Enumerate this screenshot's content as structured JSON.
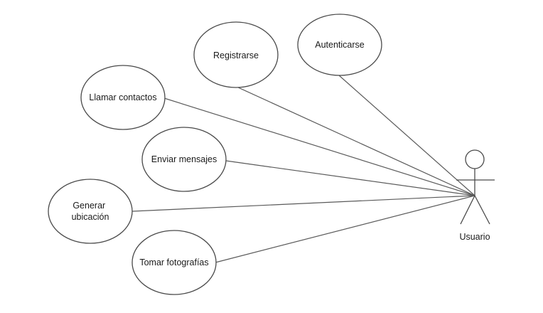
{
  "diagram": {
    "type": "use-case",
    "actor": {
      "name": "Usuario"
    },
    "use_cases": [
      {
        "id": "registrarse",
        "lines": [
          "Registrarse"
        ]
      },
      {
        "id": "autenticarse",
        "lines": [
          "Autenticarse"
        ]
      },
      {
        "id": "llamar-contactos",
        "lines": [
          "Llamar contactos"
        ]
      },
      {
        "id": "enviar-mensajes",
        "lines": [
          "Enviar mensajes"
        ]
      },
      {
        "id": "generar-ubicacion",
        "lines": [
          "Generar",
          "ubicación"
        ]
      },
      {
        "id": "tomar-fotografias",
        "lines": [
          "Tomar fotografías"
        ]
      }
    ],
    "associations": [
      {
        "from": "actor",
        "to": "registrarse"
      },
      {
        "from": "actor",
        "to": "autenticarse"
      },
      {
        "from": "actor",
        "to": "llamar-contactos"
      },
      {
        "from": "actor",
        "to": "enviar-mensajes"
      },
      {
        "from": "actor",
        "to": "generar-ubicacion"
      },
      {
        "from": "actor",
        "to": "tomar-fotografias"
      }
    ]
  }
}
